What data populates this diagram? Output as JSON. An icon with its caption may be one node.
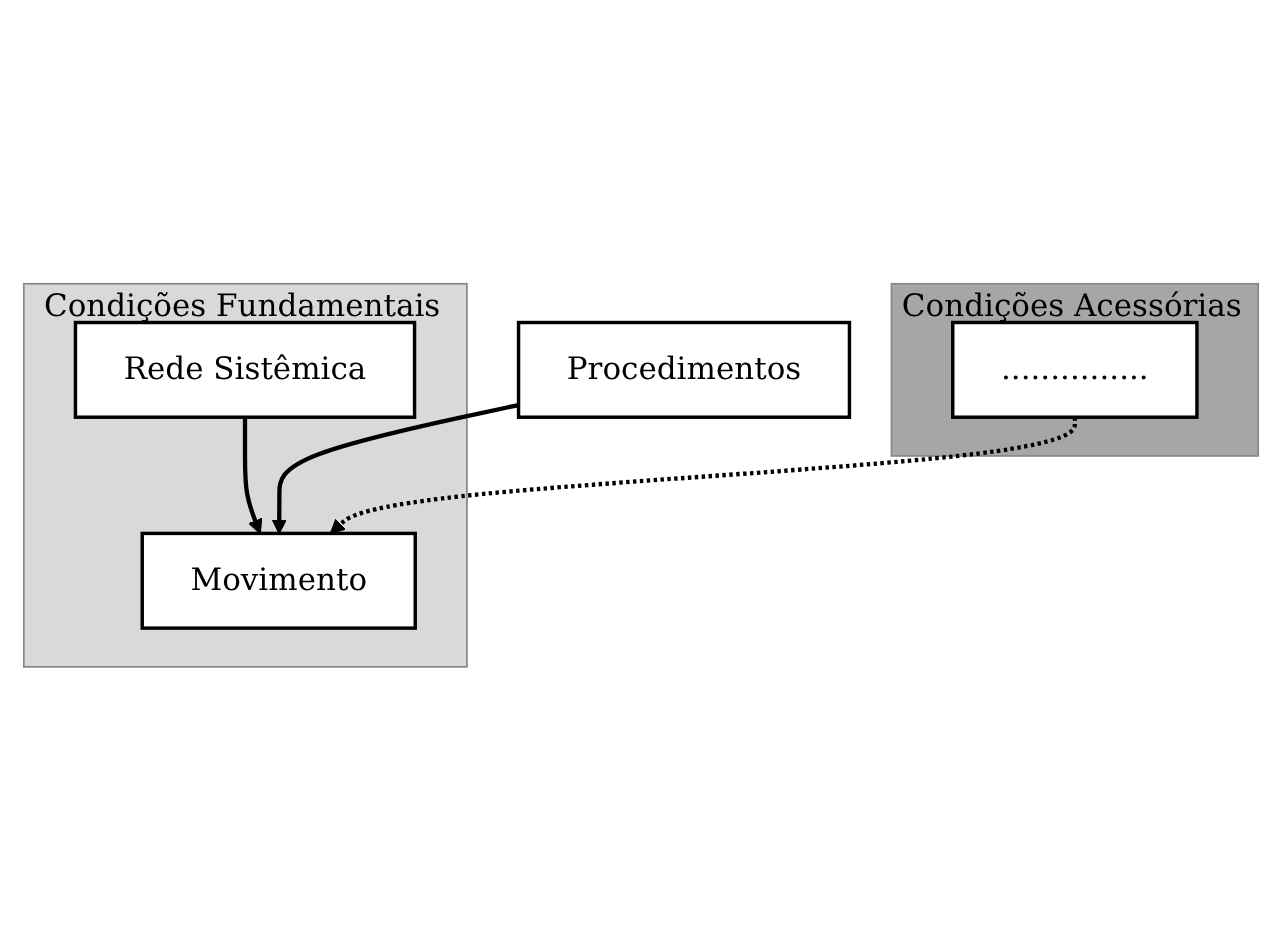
{
  "diagram": {
    "nodes": [
      {
        "text": [
          "Condições Fundamentais"
        ]
      },
      {
        "text": [
          "Rede Sistêmica"
        ],
        "in": 0
      },
      {
        "text": [
          "Movimento"
        ],
        "in": 0
      },
      {
        "text": [
          "Condições Acessórias"
        ]
      },
      {
        "text": [
          "Procedimentos"
        ]
      },
      {
        "text": [
          "..............."
        ],
        "in": 3
      }
    ],
    "edges": [
      {
        "from": 1,
        "to": 2,
        "arrow": "to"
      },
      {
        "from": 4,
        "to": 2,
        "arrow": "to"
      },
      {
        "from": 5,
        "to": 2,
        "arrow": "to",
        "style": "dashed"
      }
    ]
  }
}
